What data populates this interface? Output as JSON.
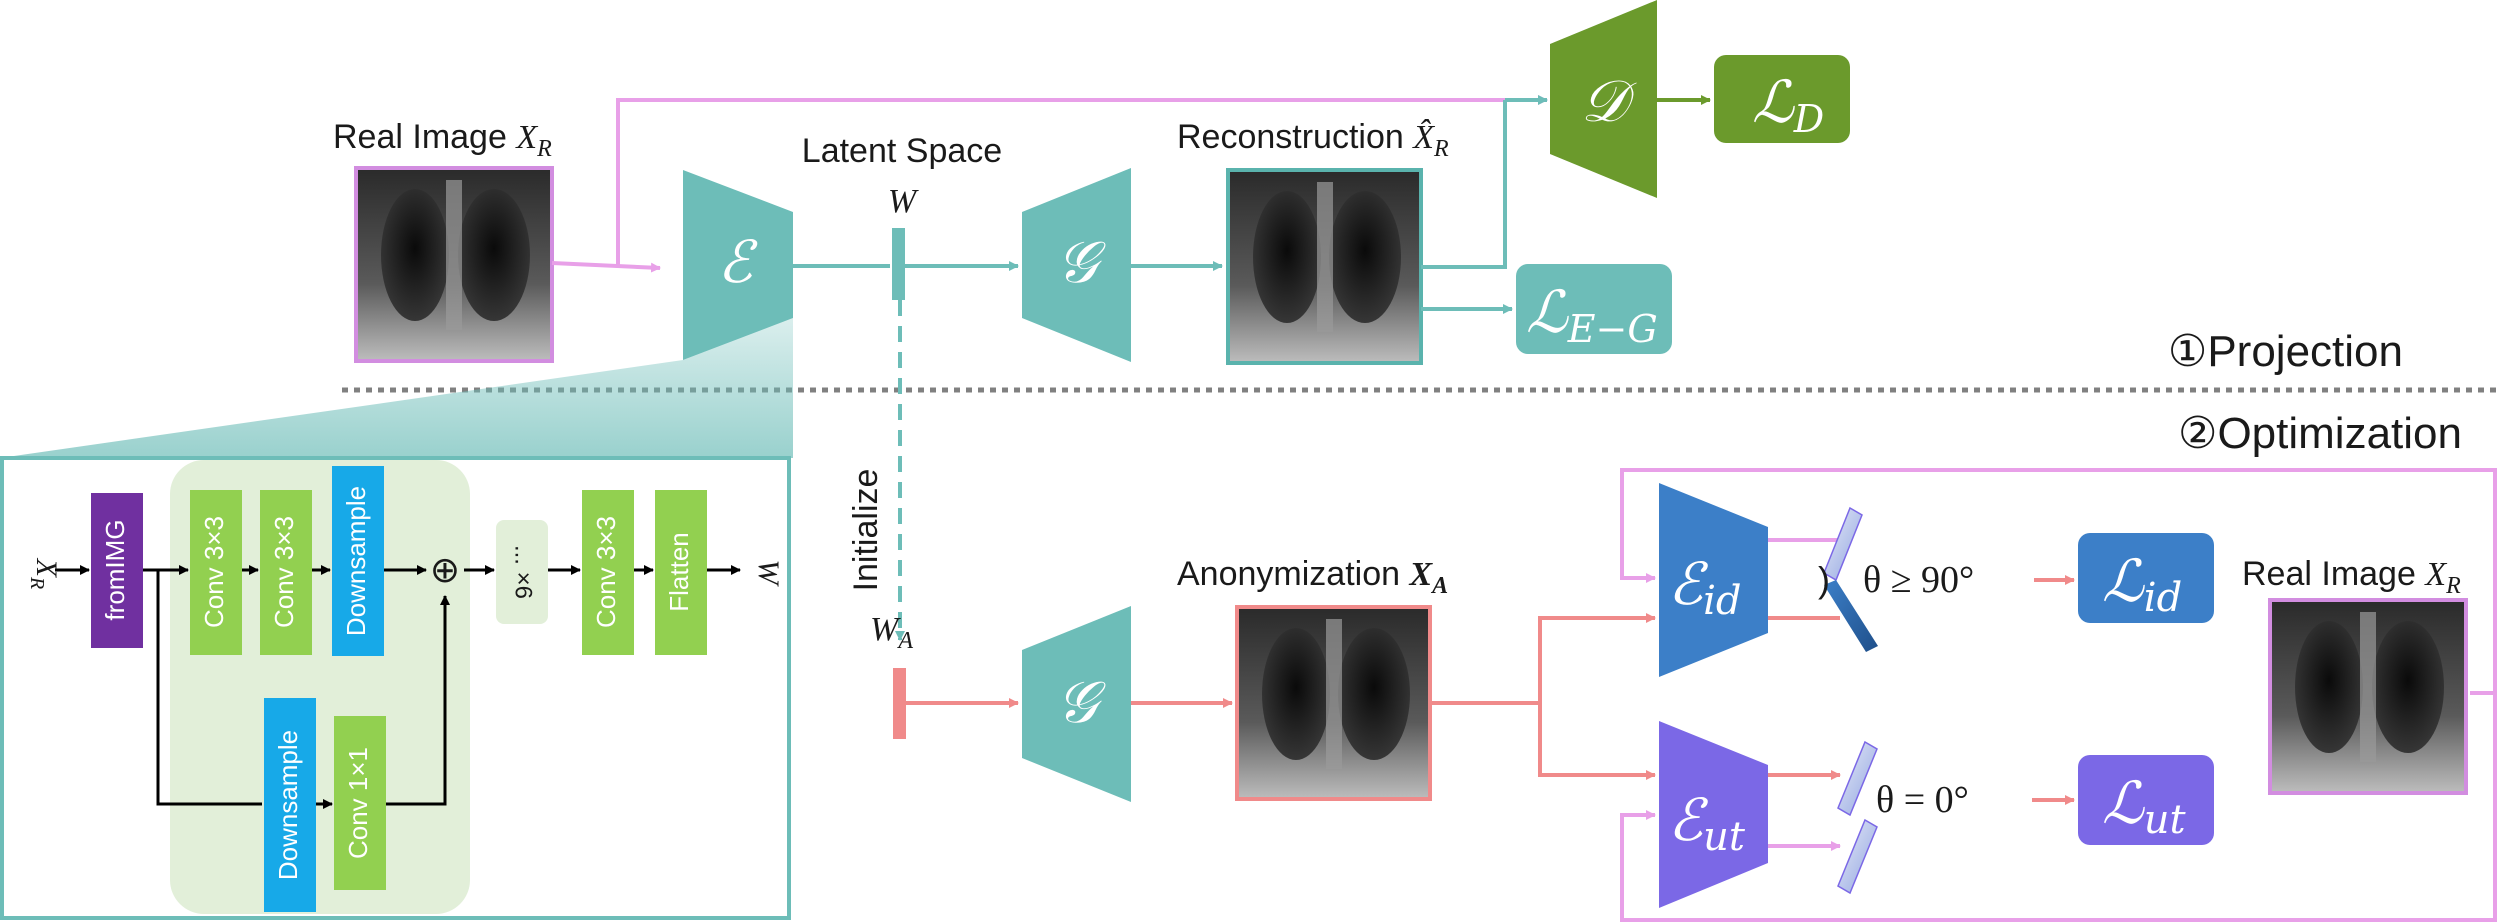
{
  "top": {
    "real_image_label": "Real Image ",
    "real_image_var": "X",
    "real_image_sub": "R",
    "latent_space_label": "Latent Space",
    "latent_var": "W",
    "recon_label": "Reconstruction ",
    "recon_var": "X̂",
    "recon_sub": "R",
    "encoder": "ℰ",
    "generator": "𝒢",
    "discriminator": "𝒟",
    "loss_d": "ℒ",
    "loss_d_sub": "D",
    "loss_eg": "ℒ",
    "loss_eg_sub": "E−G"
  },
  "stages": {
    "projection": "①Projection",
    "optimization": "②Optimization"
  },
  "inset": {
    "input_var": "X",
    "input_sub": "R",
    "from_img": "fromIMG",
    "conv1": "Conv 3×3",
    "conv2": "Conv 3×3",
    "downsample_a": "Downsample",
    "downsample_b": "Downsample",
    "conv_1x1": "Conv 1×1",
    "oplus": "⊕",
    "repeat": "... ×6",
    "conv3": "Conv 3×3",
    "flatten": "Flatten",
    "output_var": "W"
  },
  "bottom": {
    "initialize": "Initialize",
    "wa_var": "W",
    "wa_sub": "A",
    "generator": "𝒢",
    "anon_label": "Anonymization ",
    "anon_var": "X",
    "anon_sub": "A",
    "enc_id": "ℰ",
    "enc_id_sub": "id",
    "enc_ut": "ℰ",
    "enc_ut_sub": "ut",
    "theta_id": "θ ≥ 90°",
    "theta_ut": "θ = 0°",
    "loss_id": "ℒ",
    "loss_id_sub": "id",
    "loss_ut": "ℒ",
    "loss_ut_sub": "ut",
    "real_image_label": "Real Image ",
    "real_image_var": "X",
    "real_image_sub": "R"
  },
  "colors": {
    "teal": "#6dbdb8",
    "pink_line": "#e8a0e8",
    "green": "#6b9a2c",
    "blue": "#3c7fc8",
    "purple": "#7b68e6",
    "salmon": "#f08a8a",
    "lime": "#92d050",
    "cyan": "#17a9e8",
    "violet": "#7030a0",
    "inset_bg": "#e2efd9"
  }
}
